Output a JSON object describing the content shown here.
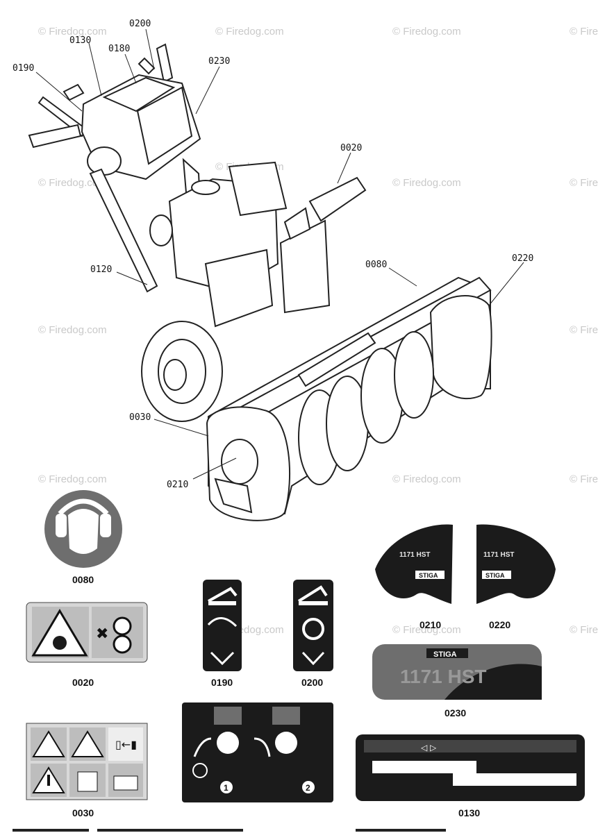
{
  "watermark": "© Firedog.com",
  "callouts": {
    "c0200": "0200",
    "c0130": "0130",
    "c0180": "0180",
    "c0190": "0190",
    "c0230": "0230",
    "c0020": "0020",
    "c0120": "0120",
    "c0080": "0080",
    "c0220": "0220",
    "c0030": "0030",
    "c0210": "0210"
  },
  "captions": {
    "d0080": "0080",
    "d0020": "0020",
    "d0190": "0190",
    "d0200": "0200",
    "d0210": "0210",
    "d0220": "0220",
    "d0230": "0230",
    "d0030": "0030",
    "d0130": "0130"
  },
  "decal_text": {
    "model_left": "1171 HST",
    "model_right": "1171 HST",
    "brand_left": "STIGA",
    "brand_right": "STIGA",
    "brand_big": "STIGA",
    "model_big": "1171 HST",
    "step1": "1",
    "step2": "2"
  }
}
